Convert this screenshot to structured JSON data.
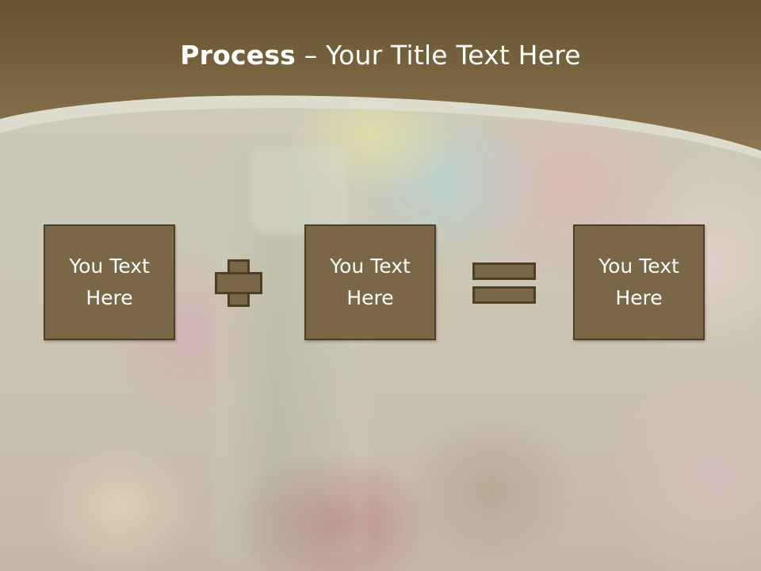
{
  "slide": {
    "title_bold": "Process",
    "title_rest": " – Your Title Text Here",
    "boxes": [
      {
        "line1": "You Text",
        "line2": "Here"
      },
      {
        "line1": "You Text",
        "line2": "Here"
      },
      {
        "line1": "You Text",
        "line2": "Here"
      }
    ],
    "operators": [
      "plus-icon",
      "equals-icon"
    ],
    "colors": {
      "header": "#74623f",
      "box_fill": "#7a6748",
      "box_border": "#4d3e26",
      "text": "#ffffff"
    }
  }
}
